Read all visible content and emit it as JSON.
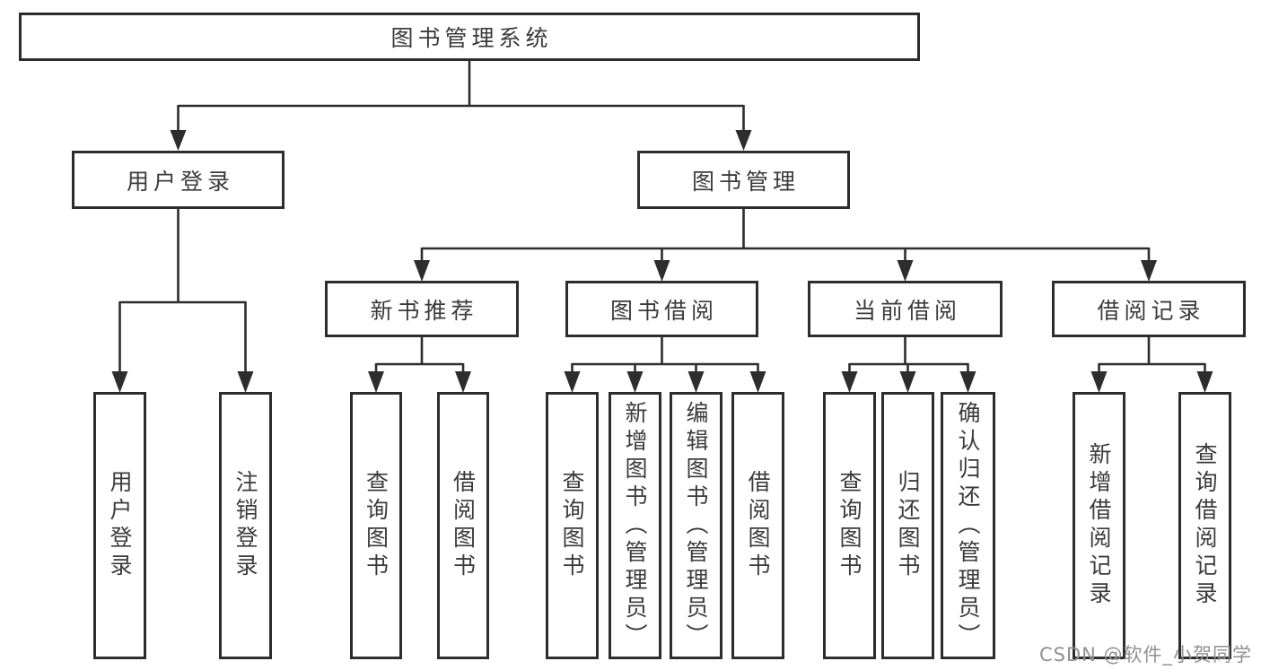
{
  "nodes": {
    "root": "图书管理系统",
    "user_login": "用户登录",
    "book_management": "图书管理",
    "new_book_recommend": "新书推荐",
    "book_borrow": "图书借阅",
    "current_borrow": "当前借阅",
    "borrow_records": "借阅记录",
    "leaf_user_login": "用户登录",
    "leaf_logout": "注销登录",
    "rec_query_books": "查询图书",
    "rec_borrow_books": "借阅图书",
    "bb_query_books": "查询图书",
    "bb_add_books_admin": "新增图书（管理员）",
    "bb_edit_books_admin": "编辑图书（管理员）",
    "bb_borrow_books": "借阅图书",
    "cb_query_books": "查询图书",
    "cb_return_books": "归还图书",
    "cb_confirm_return_admin": "确认归还（管理员）",
    "br_add_record": "新增借阅记录",
    "br_query_record": "查询借阅记录"
  },
  "watermark": "CSDN @软件_小贺同学",
  "colors": {
    "line": "#2d2d2d",
    "text": "#3b3b3b",
    "background": "#ffffff",
    "watermark": "#919191"
  }
}
